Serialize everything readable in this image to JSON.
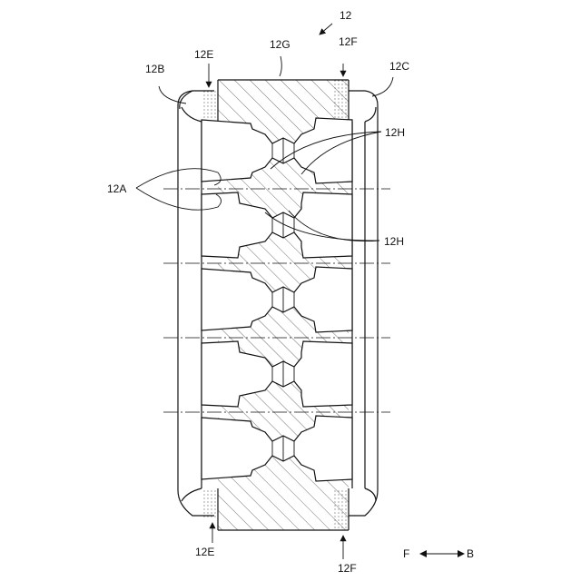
{
  "labels": {
    "l12": "12",
    "l12A": "12A",
    "l12B": "12B",
    "l12C": "12C",
    "l12E_top": "12E",
    "l12E_bottom": "12E",
    "l12F_top": "12F",
    "l12F_bottom": "12F",
    "l12G": "12G",
    "l12H_top": "12H",
    "l12H_bottom": "12H",
    "dir_F": "F",
    "dir_B": "B"
  }
}
